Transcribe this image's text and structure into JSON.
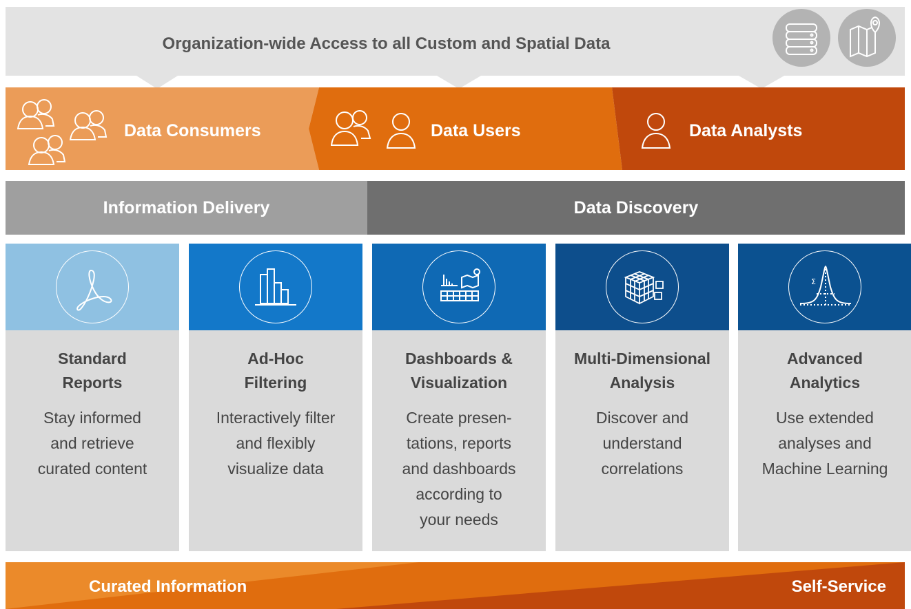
{
  "banner": {
    "title": "Organization-wide Access to all Custom and Spatial Data",
    "icons": [
      "database-icon",
      "map-pin-icon"
    ]
  },
  "user_groups": [
    {
      "label": "Data Consumers",
      "icon": "user-group-icon",
      "color": "#eb9c58"
    },
    {
      "label": "Data Users",
      "icon": "user-group-icon",
      "color": "#e06d0e"
    },
    {
      "label": "Data Analysts",
      "icon": "user-icon",
      "color": "#c0480c"
    }
  ],
  "sections": [
    {
      "label": "Information Delivery",
      "color": "#9f9f9f"
    },
    {
      "label": "Data Discovery",
      "color": "#6f6f6f"
    }
  ],
  "cards": [
    {
      "title": "Standard\nReports",
      "description": "Stay informed\nand retrieve\ncurated content",
      "icon": "pdf-icon",
      "color": "#8fc1e2"
    },
    {
      "title": "Ad-Hoc\nFiltering",
      "description": "Interactively filter\nand flexibly\nvisualize data",
      "icon": "bar-chart-icon",
      "color": "#1378c9"
    },
    {
      "title": "Dashboards &\nVisualization",
      "description": "Create presen-\ntations, reports\nand dashboards\naccording to\nyour needs",
      "icon": "dashboard-icon",
      "color": "#0f69b4"
    },
    {
      "title": "Multi-Dimensional\nAnalysis",
      "description": "Discover and\nunderstand\ncorrelations",
      "icon": "cube-icon",
      "color": "#0d4e8c"
    },
    {
      "title": "Advanced\nAnalytics",
      "description": "Use extended\nanalyses and\nMachine Learning",
      "icon": "bell-curve-icon",
      "color": "#0b5190"
    }
  ],
  "footer": {
    "left_label": "Curated Information",
    "right_label": "Self-Service",
    "colors": [
      "#eb8a2a",
      "#c0480c"
    ]
  }
}
